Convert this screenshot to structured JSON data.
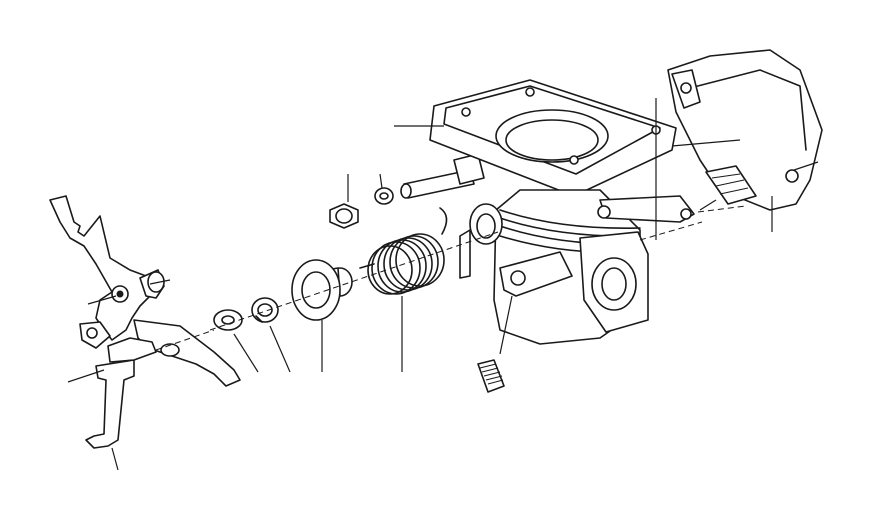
{
  "diagram": {
    "kind": "exploded-parts-view",
    "line_color": "#1a1a1a",
    "background": "#ffffff",
    "parts": [
      {
        "name": "throttle-housing-cover-plate"
      },
      {
        "name": "throttle-body"
      },
      {
        "name": "throttle-position-switch"
      },
      {
        "name": "return-spring"
      },
      {
        "name": "bushing"
      },
      {
        "name": "circlip"
      },
      {
        "name": "washer"
      },
      {
        "name": "throttle-lever"
      },
      {
        "name": "nut"
      },
      {
        "name": "lock-washer"
      },
      {
        "name": "stop-screw"
      },
      {
        "name": "adjusting-screw"
      }
    ]
  }
}
